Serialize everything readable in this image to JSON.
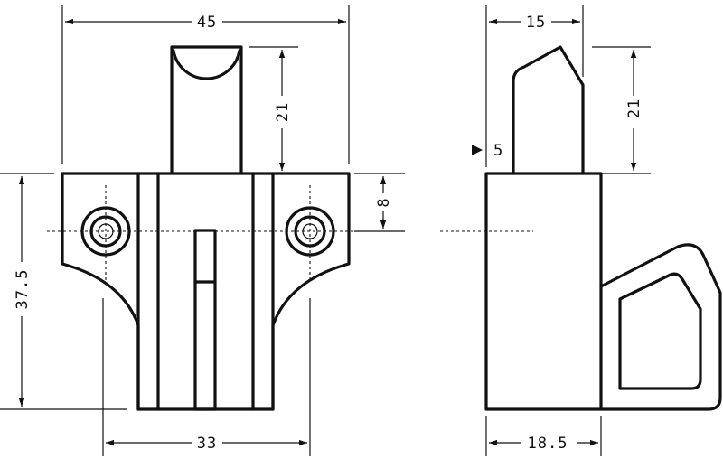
{
  "front_view": {
    "dimensions": {
      "overall_width": "45",
      "pin_height": "21",
      "body_height": "37.5",
      "hole_offset": "8",
      "base_width": "33"
    }
  },
  "side_view": {
    "dimensions": {
      "pin_width": "15",
      "pin_height": "21",
      "step": "5",
      "body_depth": "18.5"
    }
  },
  "colors": {
    "line": "#111111",
    "background": "#ffffff"
  }
}
